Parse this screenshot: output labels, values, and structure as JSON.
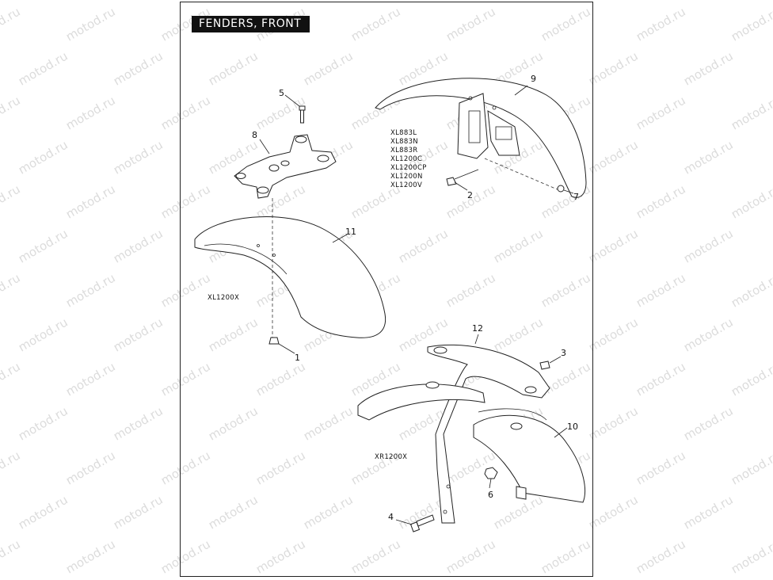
{
  "title": "FENDERS, FRONT",
  "watermark": "motod.ru",
  "model_groups": {
    "fender_9": [
      "XL883L",
      "XL883N",
      "XL883R",
      "XL1200C",
      "XL1200CP",
      "XL1200N",
      "XL1200V"
    ],
    "fender_11": "XL1200X",
    "fender_10": "XR1200X"
  },
  "callouts": {
    "c1": "1",
    "c2": "2",
    "c3": "3",
    "c4": "4",
    "c5": "5",
    "c6": "6",
    "c7": "7",
    "c8": "8",
    "c9": "9",
    "c10": "10",
    "c11": "11",
    "c12": "12"
  }
}
